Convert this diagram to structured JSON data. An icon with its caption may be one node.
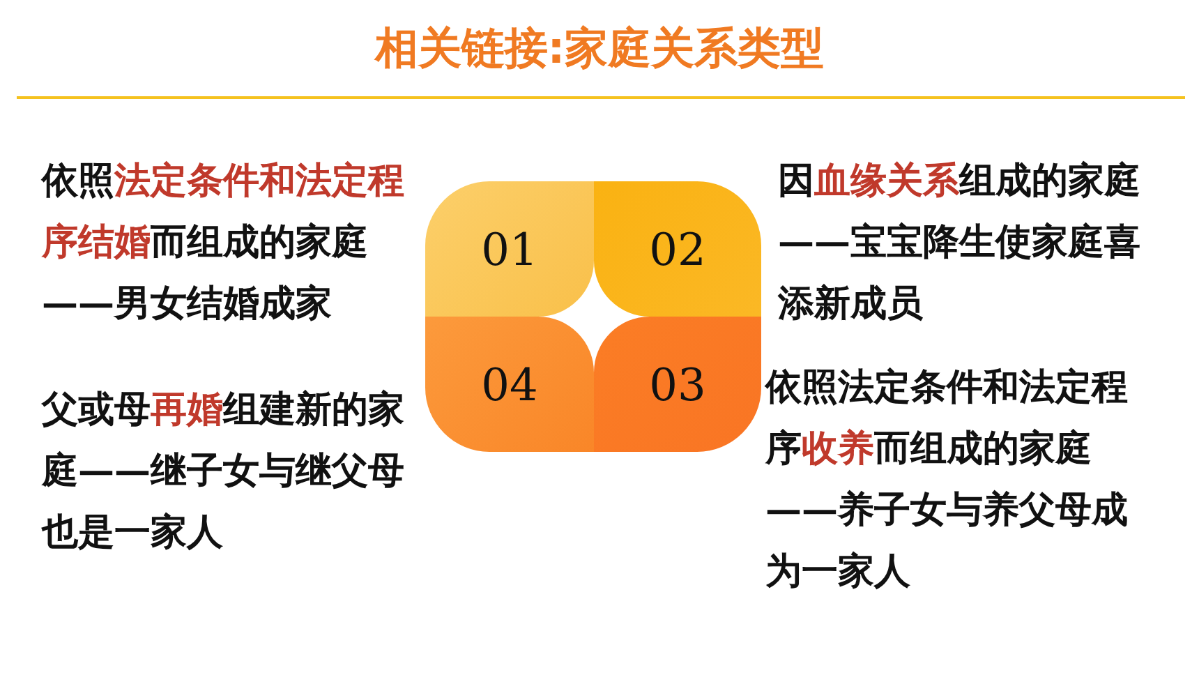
{
  "diagram": {
    "title": "相关链接:家庭关系类型",
    "nodes": [
      {
        "text": [
          "01"
        ]
      },
      {
        "text": [
          "02"
        ]
      },
      {
        "text": [
          "04"
        ]
      },
      {
        "text": [
          "03"
        ]
      }
    ],
    "labels": [
      "依照**法定条件和法定程序结婚**而组成的家庭——男女结婚成家",
      "因**血缘关系**组成的家庭——宝宝降生使家庭喜添新成员",
      "父或母**再婚**组建新的家庭——继子女与继父母也是一家人",
      "依照法定条件和法定程序**收养**而组成的家庭——养子女与养父母成为一家人"
    ]
  }
}
